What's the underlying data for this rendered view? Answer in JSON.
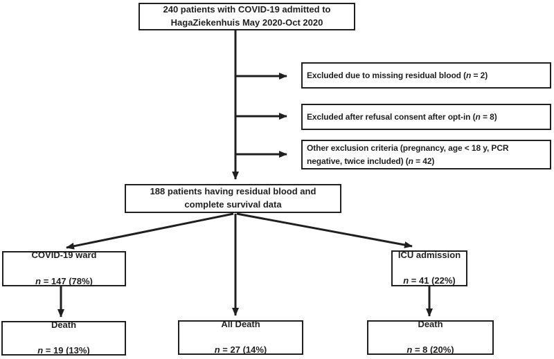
{
  "figure": {
    "name": "COVID-19 patient inclusion flow diagram",
    "colors": {
      "ink": "#1f1f1f",
      "background": "#ffffff"
    },
    "boxes": {
      "admitted": {
        "text": "240 patients with COVID-19 admitted to\nHagaZiekenhuis May 2020-Oct 2020"
      },
      "excluded_missing_blood": {
        "prefix": "Excluded due to missing residual blood (",
        "n": "n",
        "suffix": " = 2)"
      },
      "excluded_refusal": {
        "prefix": "Excluded after refusal consent after opt-in (",
        "n": "n",
        "suffix": " = 8)"
      },
      "excluded_other": {
        "prefix": "Other exclusion criteria (pregnancy, age < 18 y, PCR\nnegative, twice included) (",
        "n": "n",
        "suffix": " = 42)"
      },
      "included": {
        "text": "188 patients having residual blood and\ncomplete survival data"
      },
      "ward": {
        "title": "COVID-19 ward",
        "n": "n",
        "stat": " = 147 (78%)"
      },
      "icu": {
        "title": "ICU admission",
        "n": "n",
        "stat": " = 41 (22%)"
      },
      "ward_death": {
        "title": "Death",
        "n": "n",
        "stat": " = 19 (13%)"
      },
      "all_death": {
        "title": "All Death",
        "n": "n",
        "stat": " = 27 (14%)"
      },
      "icu_death": {
        "title": "Death",
        "n": "n",
        "stat": " = 8 (20%)"
      }
    }
  }
}
